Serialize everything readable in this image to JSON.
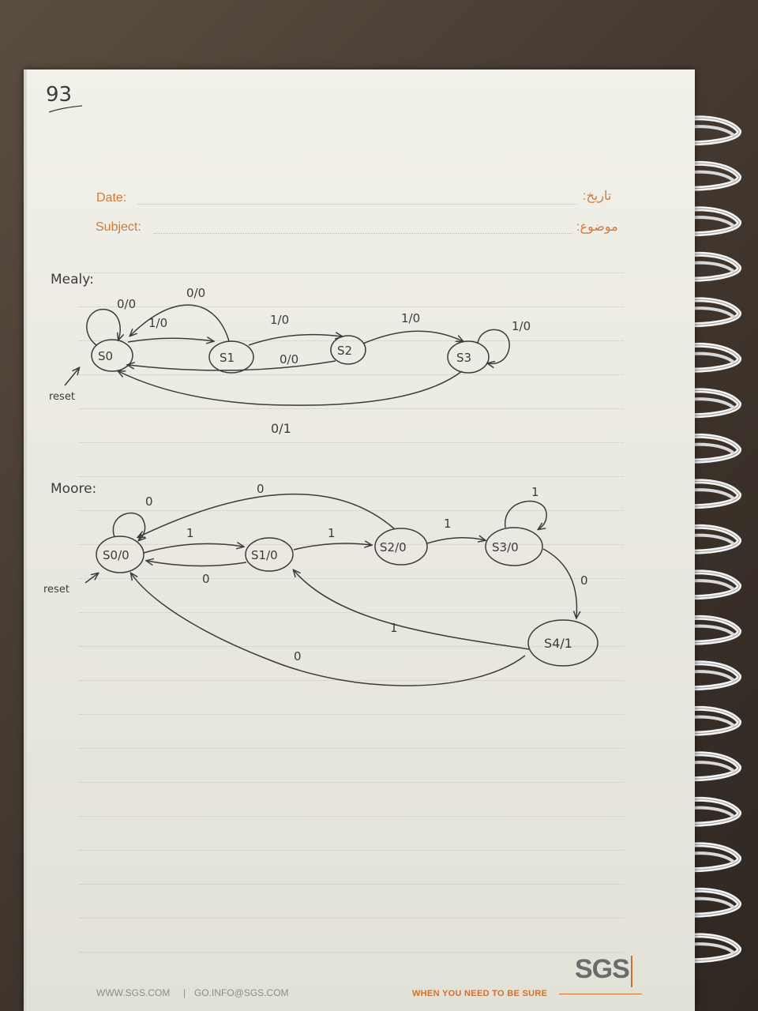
{
  "page_number": "93",
  "header": {
    "date_label": "Date:",
    "date_label_ar": "تاريخ:",
    "subject_label": "Subject:",
    "subject_label_ar": "موضوع:"
  },
  "mealy": {
    "title": "Mealy:",
    "reset_label": "reset",
    "states": [
      "S0",
      "S1",
      "S2",
      "S3"
    ],
    "transition_labels": {
      "s0_self": "0/0",
      "s0_s1": "1/0",
      "s1_s0": "0/0",
      "s1_s2": "1/0",
      "s2_s0": "0/0",
      "s2_s3": "1/0",
      "s3_self": "1/0",
      "s3_s0": "0/1"
    }
  },
  "moore": {
    "title": "Moore:",
    "reset_label": "reset",
    "states": [
      "S0/0",
      "S1/0",
      "S2/0",
      "S3/0",
      "S4/1"
    ],
    "transition_labels": {
      "s0_self": "0",
      "s0_s1": "1",
      "s1_s0": "0",
      "s1_s2": "1",
      "s2_s0": "0",
      "s2_s3": "1",
      "s3_self": "1",
      "s3_s4": "0",
      "s4_s1": "1",
      "s4_s0": "0"
    }
  },
  "footer": {
    "website": "WWW.SGS.COM",
    "separator": "|",
    "email": "GO.INFO@SGS.COM",
    "tagline": "WHEN YOU NEED TO BE SURE",
    "logo": "SGS"
  },
  "colors": {
    "accent_orange": "#d07a3a",
    "pencil": "#3b3b3b"
  }
}
